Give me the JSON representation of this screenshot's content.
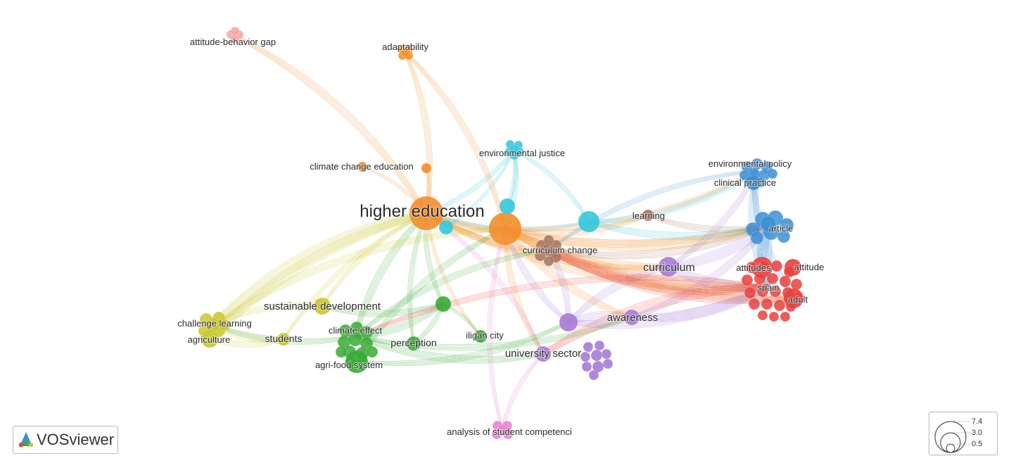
{
  "app": {
    "logo_text": "VOSviewer",
    "logo_icon": "vosviewer-logo-icon"
  },
  "colors": {
    "red": "#e8413c",
    "green": "#3aaa35",
    "blue": "#3c8ed4",
    "yellow": "#c9c72e",
    "purple": "#a77bd6",
    "cyan": "#34c6db",
    "orange": "#f28e2b",
    "brown": "#a8725a",
    "pink": "#e77fd0",
    "lightred": "#f4a3a3"
  },
  "nodes": [
    {
      "id": "higher-education",
      "label": "higher education",
      "cluster": "orange",
      "weight": 7.4,
      "showLabel": true
    },
    {
      "id": "hub-orange-2",
      "label": "",
      "cluster": "orange",
      "weight": 6.2,
      "showLabel": false
    },
    {
      "id": "adaptability",
      "label": "adaptability",
      "cluster": "orange",
      "weight": 1.2,
      "showLabel": true
    },
    {
      "id": "climate-change-education",
      "label": "climate change education",
      "cluster": "orange",
      "weight": 0.8,
      "showLabel": true
    },
    {
      "id": "orange-small",
      "label": "",
      "cluster": "orange",
      "weight": 0.7,
      "showLabel": false
    },
    {
      "id": "attitude-behavior-gap",
      "label": "attitude-behavior gap",
      "cluster": "lightred",
      "weight": 1.1,
      "showLabel": true
    },
    {
      "id": "environmental-justice",
      "label": "environmental justice",
      "cluster": "cyan",
      "weight": 1.3,
      "showLabel": true
    },
    {
      "id": "cyan-hub-1",
      "label": "",
      "cluster": "cyan",
      "weight": 1.6,
      "showLabel": false
    },
    {
      "id": "cyan-hub-2",
      "label": "",
      "cluster": "cyan",
      "weight": 1.3,
      "showLabel": false
    },
    {
      "id": "cyan-hub-3",
      "label": "",
      "cluster": "cyan",
      "weight": 2.4,
      "showLabel": false
    },
    {
      "id": "learning",
      "label": "learning",
      "cluster": "brown",
      "weight": 1.0,
      "showLabel": true
    },
    {
      "id": "curriculum-change",
      "label": "curriculum change",
      "cluster": "brown",
      "weight": 1.8,
      "showLabel": true
    },
    {
      "id": "environmental-policy",
      "label": "environmental policy",
      "cluster": "blue",
      "weight": 1.8,
      "showLabel": true
    },
    {
      "id": "clinical-practice",
      "label": "clinical practice",
      "cluster": "blue",
      "weight": 1.4,
      "showLabel": true
    },
    {
      "id": "article",
      "label": "article",
      "cluster": "blue",
      "weight": 2.6,
      "showLabel": true
    },
    {
      "id": "curriculum",
      "label": "curriculum",
      "cluster": "purple",
      "weight": 2.4,
      "showLabel": true
    },
    {
      "id": "awareness",
      "label": "awareness",
      "cluster": "purple",
      "weight": 1.8,
      "showLabel": true
    },
    {
      "id": "university-sector",
      "label": "university sector",
      "cluster": "purple",
      "weight": 2.0,
      "showLabel": true
    },
    {
      "id": "purple-hub",
      "label": "",
      "cluster": "purple",
      "weight": 2.0,
      "showLabel": false
    },
    {
      "id": "attitudes",
      "label": "attitudes",
      "cluster": "red",
      "weight": 1.9,
      "showLabel": true
    },
    {
      "id": "attitude",
      "label": "attitude",
      "cluster": "red",
      "weight": 1.7,
      "showLabel": true
    },
    {
      "id": "spain",
      "label": "spain",
      "cluster": "red",
      "weight": 1.7,
      "showLabel": true
    },
    {
      "id": "adult",
      "label": "adult",
      "cluster": "red",
      "weight": 1.5,
      "showLabel": true
    },
    {
      "id": "sustainable-development",
      "label": "sustainable development",
      "cluster": "yellow",
      "weight": 2.0,
      "showLabel": true
    },
    {
      "id": "challenge-learning",
      "label": "challenge learning",
      "cluster": "yellow",
      "weight": 2.3,
      "showLabel": true
    },
    {
      "id": "agriculture",
      "label": "agriculture",
      "cluster": "yellow",
      "weight": 1.6,
      "showLabel": true
    },
    {
      "id": "students",
      "label": "students",
      "cluster": "yellow",
      "weight": 1.4,
      "showLabel": true
    },
    {
      "id": "climate-effect",
      "label": "climate effect",
      "cluster": "green",
      "weight": 2.2,
      "showLabel": true
    },
    {
      "id": "agri-food-system",
      "label": "agri-food system",
      "cluster": "green",
      "weight": 2.0,
      "showLabel": true
    },
    {
      "id": "perception",
      "label": "perception",
      "cluster": "green",
      "weight": 1.4,
      "showLabel": true
    },
    {
      "id": "green-hub",
      "label": "",
      "cluster": "green",
      "weight": 1.5,
      "showLabel": false
    },
    {
      "id": "iligan-city",
      "label": "iligan city",
      "cluster": "green",
      "weight": 1.2,
      "showLabel": true
    },
    {
      "id": "analysis-of-student-competenci",
      "label": "analysis of student competenci",
      "cluster": "pink",
      "weight": 1.6,
      "showLabel": true
    },
    {
      "id": "pink-small",
      "label": "",
      "cluster": "pink",
      "weight": 1.2,
      "showLabel": false
    }
  ],
  "legend": {
    "values": [
      "7.4",
      "3.0",
      "0.5"
    ]
  }
}
